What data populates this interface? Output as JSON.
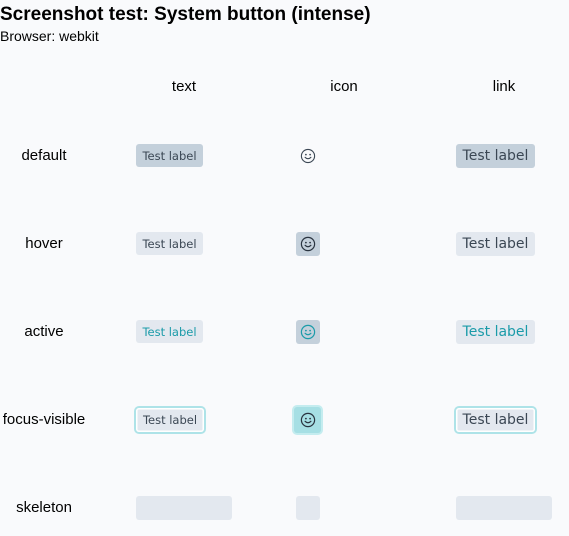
{
  "title": "Screenshot test: System button (intense)",
  "subtitle": "Browser: webkit",
  "columns": {
    "text": "text",
    "icon": "icon",
    "link": "link"
  },
  "rows": {
    "default": "default",
    "hover": "hover",
    "active": "active",
    "focus_visible": "focus-visible",
    "skeleton": "skeleton"
  },
  "button_label": "Test label",
  "icons": {
    "smiley": "smiley-face-icon"
  },
  "colors": {
    "accent_teal": "#1b9ba9",
    "focus_ring": "#aee3e8",
    "default_bg": "#c4d0db",
    "neutral_bg": "#e3e8ef"
  }
}
